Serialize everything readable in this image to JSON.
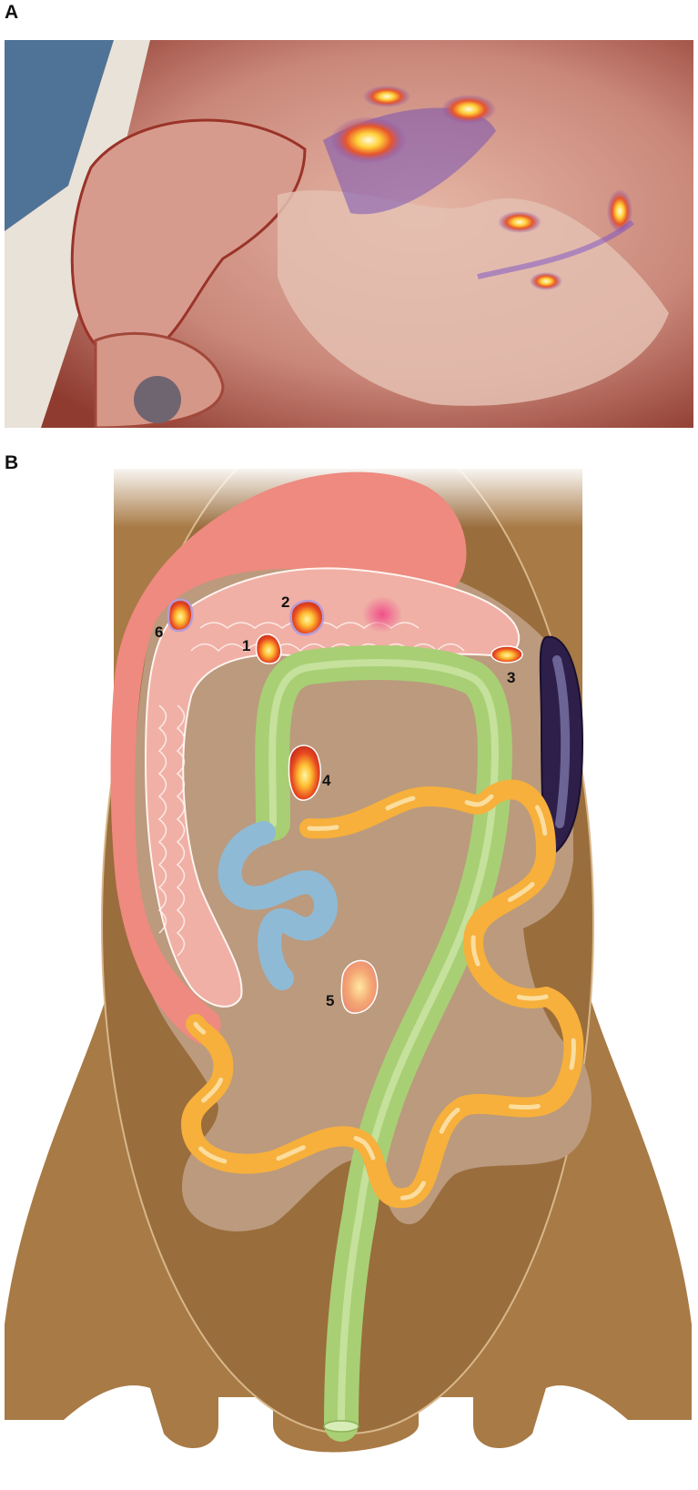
{
  "panel_a": {
    "label": "A"
  },
  "panel_b": {
    "label": "B",
    "lesions": [
      {
        "number": "1"
      },
      {
        "number": "2"
      },
      {
        "number": "3"
      },
      {
        "number": "4"
      },
      {
        "number": "5"
      },
      {
        "number": "6"
      }
    ]
  },
  "colors": {
    "body": "#a87a45",
    "peritoneum": "#bb9a7e",
    "liver": "#ee8a7f",
    "pancreas": "#f0b0a6",
    "vessel": "#a8cf74",
    "small_bowel": "#f6b03b",
    "ureter": "#8fbad6",
    "spleen": "#2e1f4a",
    "fluorescence_hot": "#ffe14a",
    "fluorescence_halo": "#7a4fc7"
  }
}
